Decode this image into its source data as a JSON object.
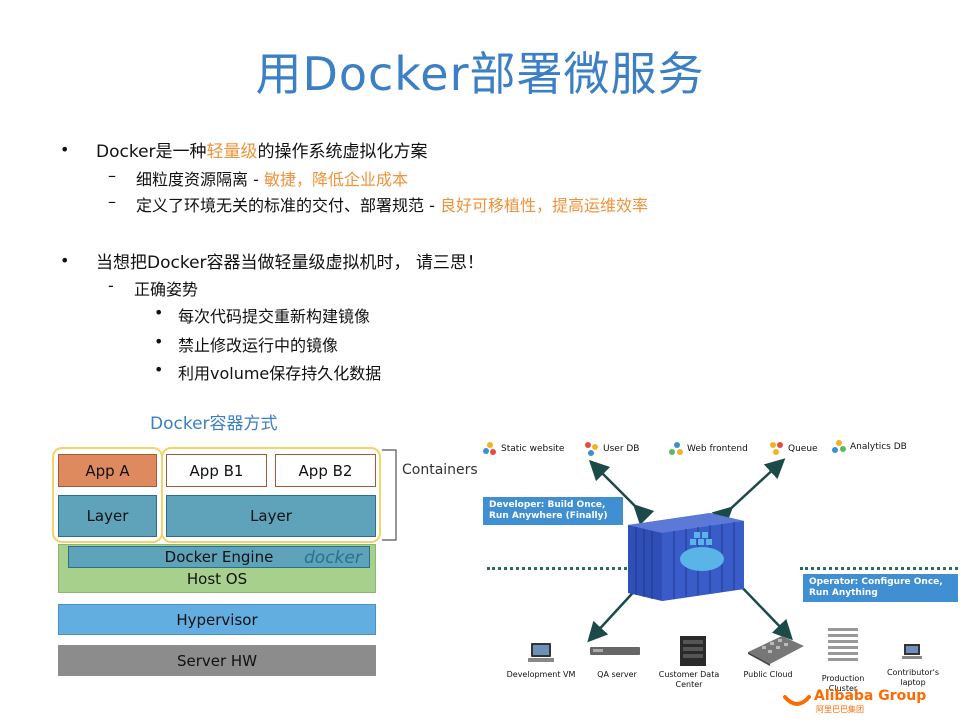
{
  "title": "用Docker部署微服务",
  "bullets": {
    "b1": {
      "prefix": "Docker是一种",
      "highlight": "轻量级",
      "suffix": "的操作系统虚拟化方案"
    },
    "b1_sub1": {
      "dash": "–",
      "text": "细粒度资源隔离 - ",
      "highlight": "敏捷，降低企业成本"
    },
    "b1_sub2": {
      "dash": "–",
      "text": "定义了环境无关的标准的交付、部署规范 - ",
      "highlight": "良好可移植性，提高运维效率"
    },
    "b2": {
      "text": "当想把Docker容器当做轻量级虚拟机时， 请三思！"
    },
    "b2_sub": {
      "dash": "-",
      "text": "正确姿势"
    },
    "b2_items": [
      "每次代码提交重新构建镜像",
      "禁止修改运行中的镜像",
      "利用volume保存持久化数据"
    ],
    "dot": "•"
  },
  "left_diagram": {
    "caption": "Docker容器方式",
    "app_a": "App A",
    "app_b1": "App B1",
    "app_b2": "App B2",
    "layer_left": "Layer",
    "layer_right": "Layer",
    "containers_label": "Containers",
    "docker_engine": "Docker Engine",
    "docker_logo": "docker",
    "host_os": "Host OS",
    "hypervisor": "Hypervisor",
    "server_hw": "Server HW",
    "colors": {
      "app_a": "#de8a5e",
      "layer": "#5fa3bb",
      "engine": "#5fa3bb",
      "host_os": "#a8d08d",
      "hypervisor": "#63aee0",
      "server_hw": "#8c8c8c",
      "frame": "#f5d36b"
    }
  },
  "right_diagram": {
    "services": [
      "Static website",
      "User DB",
      "Web frontend",
      "Queue",
      "Analytics DB"
    ],
    "developer_callout": "Developer: Build Once, Run Anywhere (Finally)",
    "operator_callout": "Operator: Configure Once, Run Anything",
    "devices": [
      "Development VM",
      "QA server",
      "Customer Data Center",
      "Public Cloud",
      "Production Cluster",
      "Contributor's laptop"
    ],
    "logo_text": "Alibaba Group",
    "logo_sub": "阿里巴巴集团"
  }
}
